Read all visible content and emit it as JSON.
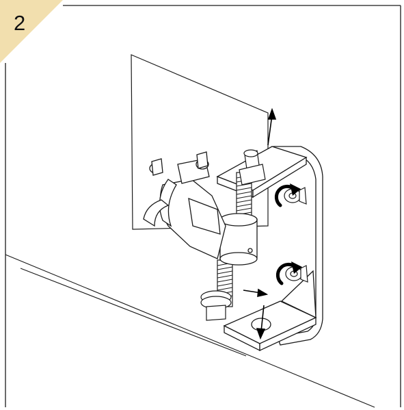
{
  "step": {
    "number": "2",
    "badge_color": "#f2dfae"
  },
  "illustration": {
    "line_color": "#1a1a1a",
    "arrow_color": "#000000",
    "components": [
      "wall-panel",
      "mounting-bracket",
      "threaded-rod",
      "adjustment-nut",
      "clamp-assembly",
      "pipe-clamp-bolt",
      "rotation-arrow-icon",
      "direction-arrow-icon"
    ]
  }
}
